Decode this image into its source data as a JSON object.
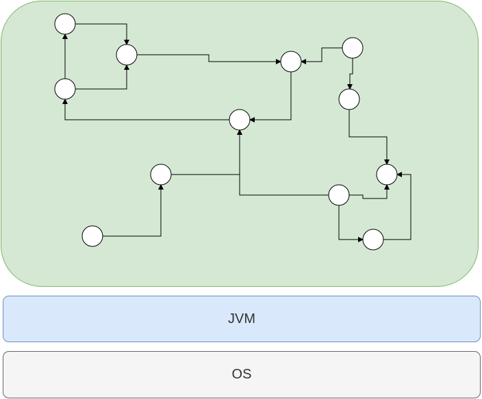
{
  "colors": {
    "app_area_fill": "#d5e8d4",
    "app_area_stroke": "#82b366",
    "jvm_fill": "#dae8fc",
    "jvm_stroke": "#6c8ebf",
    "os_fill": "#f5f5f5",
    "os_stroke": "#666666",
    "node_fill": "#ffffff",
    "edge_color": "#000000"
  },
  "layers": {
    "jvm": {
      "label": "JVM"
    },
    "os": {
      "label": "OS"
    }
  },
  "graph": {
    "nodes": [
      "n1",
      "n2",
      "n3",
      "n4",
      "n5",
      "n6",
      "n7",
      "n8",
      "n9",
      "n10",
      "n11",
      "n12",
      "n13"
    ],
    "edges": [
      [
        "n3",
        "n1"
      ],
      [
        "n1",
        "n2"
      ],
      [
        "n3",
        "n2"
      ],
      [
        "n2",
        "n4"
      ],
      [
        "n5",
        "n4"
      ],
      [
        "n5",
        "n6"
      ],
      [
        "n4",
        "n7"
      ],
      [
        "n7",
        "n3"
      ],
      [
        "n6",
        "n9"
      ],
      [
        "n11",
        "n10"
      ],
      [
        "n10",
        "n7"
      ],
      [
        "n12",
        "n7"
      ],
      [
        "n12",
        "n9"
      ],
      [
        "n12",
        "n13"
      ],
      [
        "n13",
        "n9"
      ]
    ]
  }
}
